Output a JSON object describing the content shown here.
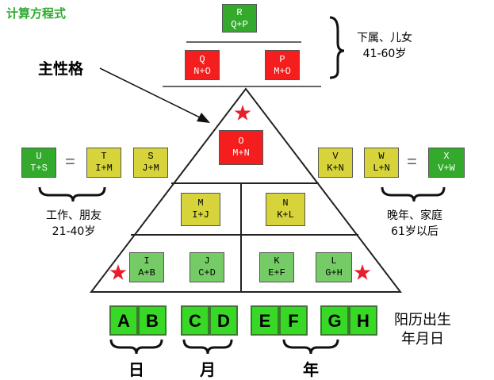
{
  "title": "计算方程式",
  "main_character_label": "主性格",
  "top_box": {
    "letter": "R",
    "formula": "Q+P"
  },
  "row_q_p": [
    {
      "letter": "Q",
      "formula": "N+O"
    },
    {
      "letter": "P",
      "formula": "M+O"
    }
  ],
  "center_box": {
    "letter": "O",
    "formula": "M+N"
  },
  "middle_row": [
    {
      "letter": "M",
      "formula": "I+J"
    },
    {
      "letter": "N",
      "formula": "K+L"
    }
  ],
  "bottom_row": [
    {
      "letter": "I",
      "formula": "A+B"
    },
    {
      "letter": "J",
      "formula": "C+D"
    },
    {
      "letter": "K",
      "formula": "E+F"
    },
    {
      "letter": "L",
      "formula": "G+H"
    }
  ],
  "left_group": {
    "result": {
      "letter": "U",
      "formula": "T+S"
    },
    "equals": "=",
    "t": {
      "letter": "T",
      "formula": "I+M"
    },
    "s": {
      "letter": "S",
      "formula": "J+M"
    },
    "caption_line1": "工作、朋友",
    "caption_line2": "21-40岁"
  },
  "right_group": {
    "v": {
      "letter": "V",
      "formula": "K+N"
    },
    "w": {
      "letter": "W",
      "formula": "L+N"
    },
    "equals": "=",
    "result": {
      "letter": "X",
      "formula": "V+W"
    },
    "caption_line1": "晚年、家庭",
    "caption_line2": "61岁以后"
  },
  "top_caption": {
    "line1": "下属、儿女",
    "line2": "41-60岁"
  },
  "birth_letters": [
    "A",
    "B",
    "C",
    "D",
    "E",
    "F",
    "G",
    "H"
  ],
  "birth_caption": {
    "line1": "阳历出生",
    "line2": "年月日"
  },
  "bracket_labels": {
    "day": "日",
    "month": "月",
    "year": "年"
  },
  "colors": {
    "title_green": "#2eaa2e",
    "red": "#f51e1e",
    "dark_green": "#33aa2c",
    "light_green": "#75cc66",
    "yellow": "#d6d43a",
    "bright_green": "#37d926",
    "star_red": "#e81e2a"
  }
}
